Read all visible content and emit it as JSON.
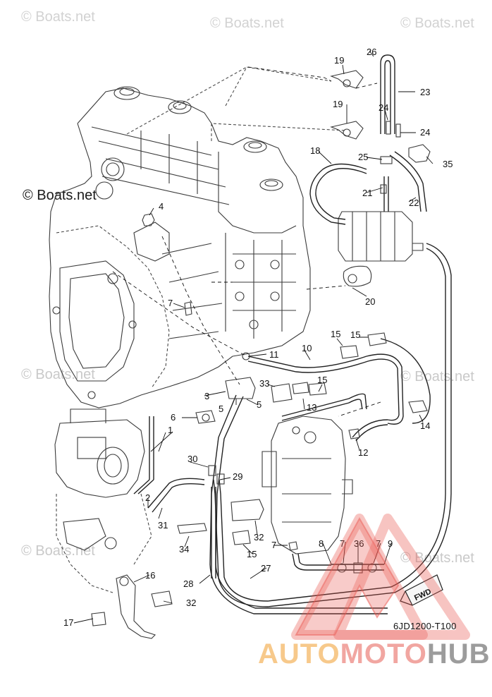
{
  "watermark": "© Boats.net",
  "watermark_bold": "© Boats.net",
  "diagram_code": "6JD1200-T100",
  "fwd_marker": "FWD",
  "brand": {
    "part1": "AUTO",
    "part2": "MOTO",
    "part3": "HUB"
  },
  "colors": {
    "logo_red": "#e9534b",
    "logo_orange": "#f5a74a",
    "logo_gray": "#8f8f8f"
  },
  "callouts": [
    "1",
    "2",
    "3",
    "4",
    "5",
    "6",
    "7",
    "8",
    "9",
    "10",
    "11",
    "12",
    "13",
    "14",
    "15",
    "16",
    "17",
    "18",
    "19",
    "20",
    "21",
    "22",
    "23",
    "24",
    "25",
    "26",
    "27",
    "28",
    "29",
    "30",
    "31",
    "32",
    "33",
    "34",
    "35",
    "36"
  ]
}
